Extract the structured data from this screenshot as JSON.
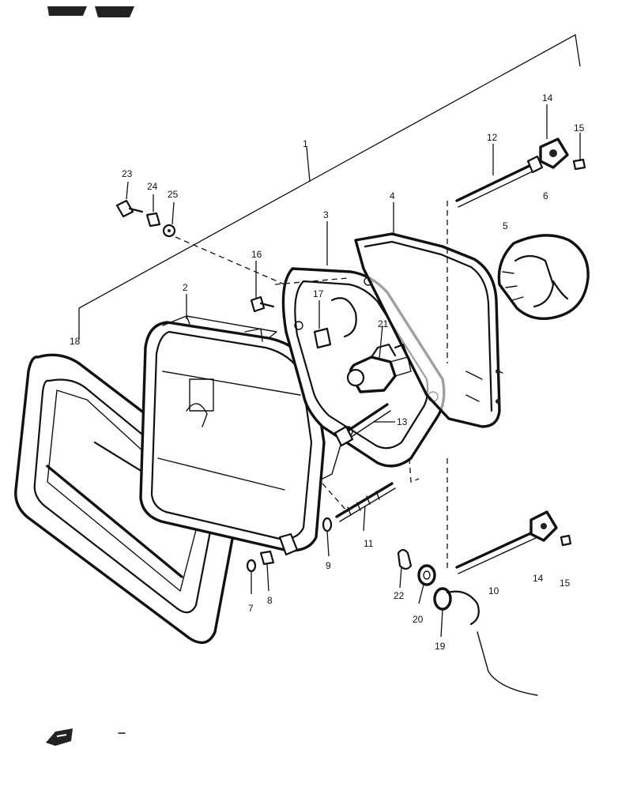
{
  "diagram": {
    "callouts": [
      {
        "id": "1",
        "text": "1"
      },
      {
        "id": "2",
        "text": "2"
      },
      {
        "id": "3",
        "text": "3"
      },
      {
        "id": "4",
        "text": "4"
      },
      {
        "id": "5",
        "text": "5"
      },
      {
        "id": "6",
        "text": "6"
      },
      {
        "id": "7",
        "text": "7"
      },
      {
        "id": "8",
        "text": "8"
      },
      {
        "id": "9",
        "text": "9"
      },
      {
        "id": "10",
        "text": "10"
      },
      {
        "id": "11",
        "text": "11"
      },
      {
        "id": "12",
        "text": "12"
      },
      {
        "id": "13",
        "text": "13"
      },
      {
        "id": "14a",
        "text": "14"
      },
      {
        "id": "14b",
        "text": "14"
      },
      {
        "id": "15a",
        "text": "15"
      },
      {
        "id": "15b",
        "text": "15"
      },
      {
        "id": "16",
        "text": "16"
      },
      {
        "id": "17",
        "text": "17"
      },
      {
        "id": "18",
        "text": "18"
      },
      {
        "id": "19",
        "text": "19"
      },
      {
        "id": "20",
        "text": "20"
      },
      {
        "id": "21",
        "text": "21"
      },
      {
        "id": "22",
        "text": "22"
      },
      {
        "id": "23",
        "text": "23"
      },
      {
        "id": "24",
        "text": "24"
      },
      {
        "id": "25",
        "text": "25"
      }
    ]
  }
}
